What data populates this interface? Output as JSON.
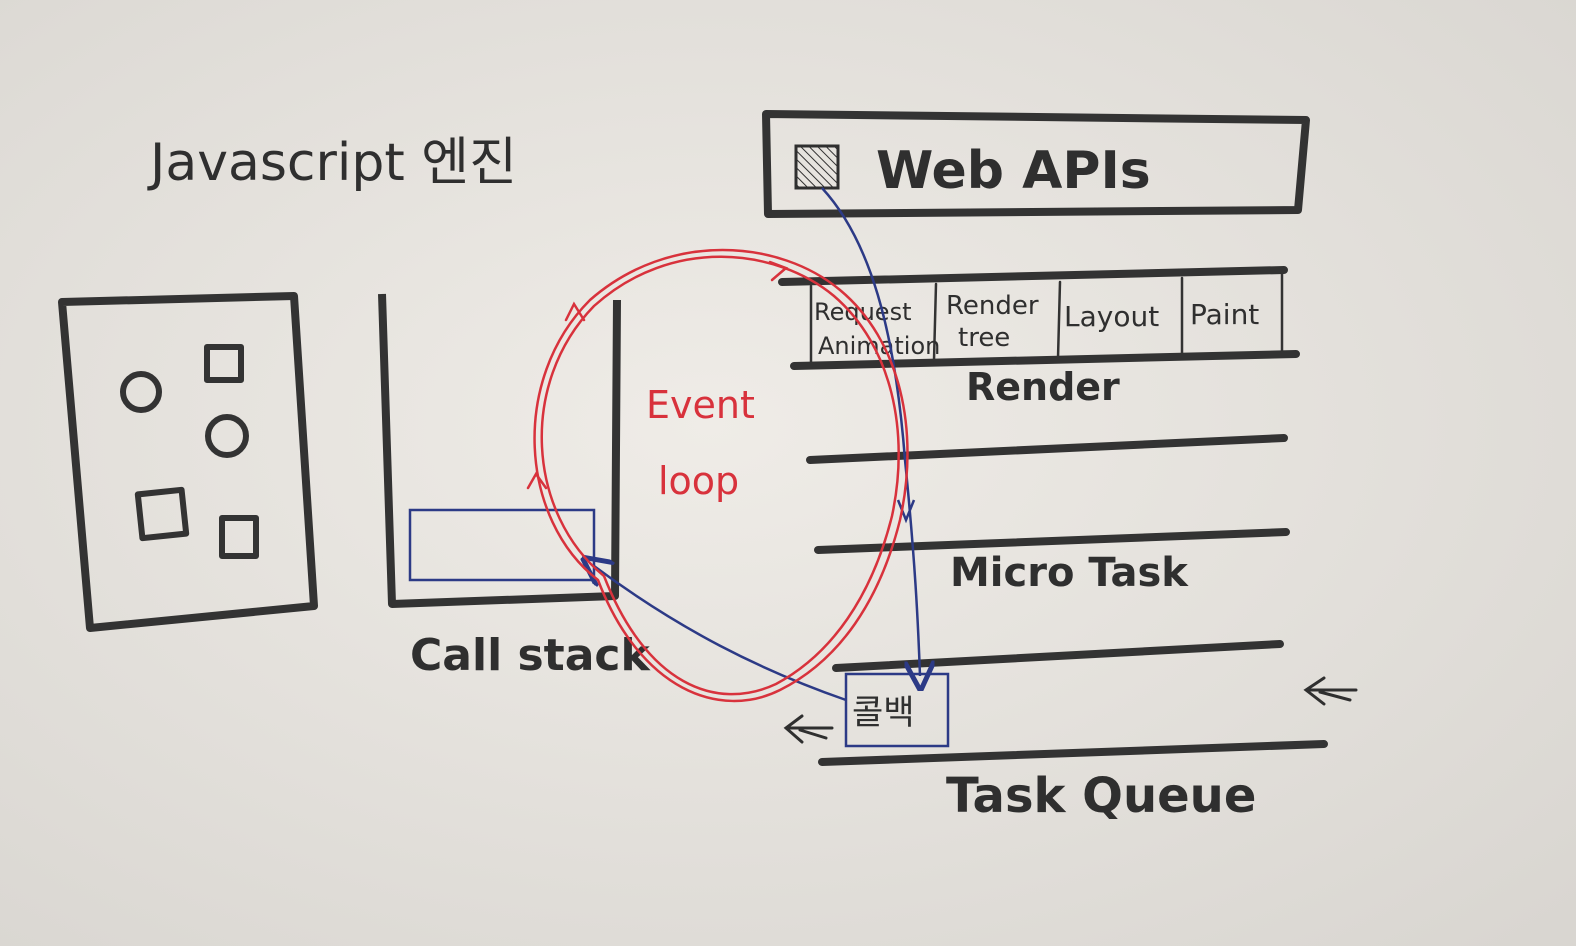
{
  "engine": {
    "title": "Javascript 엔진"
  },
  "call_stack": {
    "label": "Call stack"
  },
  "web_apis": {
    "label": "Web APIs"
  },
  "render": {
    "label": "Render",
    "steps": [
      {
        "line1": "Request",
        "line2": "Animation"
      },
      {
        "line1": "Render",
        "line2": "tree"
      },
      {
        "line1": "Layout",
        "line2": ""
      },
      {
        "line1": "Paint",
        "line2": ""
      }
    ]
  },
  "event_loop": {
    "line1": "Event",
    "line2": "loop"
  },
  "micro_task": {
    "label": "Micro Task"
  },
  "task_queue": {
    "label": "Task Queue",
    "callback_label": "콜백"
  },
  "colors": {
    "ink": "#2f2f2f",
    "loop_red": "#d8323c",
    "flow_blue": "#2c3a86",
    "paper": "#e9e6e1"
  }
}
